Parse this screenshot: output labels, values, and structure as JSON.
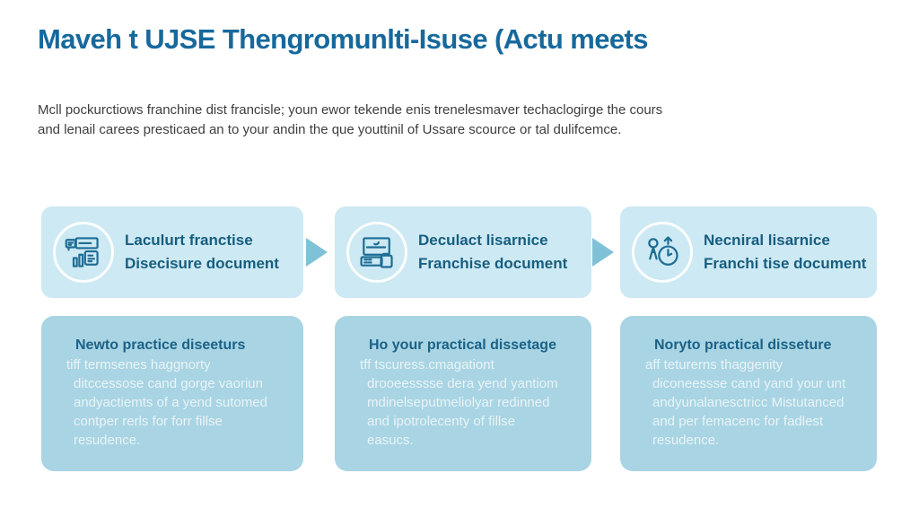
{
  "header": {
    "title": "Maveh t UJSE Thengromunlti-Isuse (Actu meets",
    "subtitle_line1": "Mcll pockurctiows franchine dist francisle; youn ewor tekende enis trenelesmaver techaclogirge the cours",
    "subtitle_line2": "and lenail carees presticaed an to your andin the que youttinil of Ussare scource or tal dulifcemce."
  },
  "steps": [
    {
      "icon": "document-chart-icon",
      "title_line1": "Laculurt franctise",
      "title_line2": "Disecisure document",
      "detail_title": "Newto practice diseeturs",
      "detail_lines": [
        "tiff termsenes haggnorty",
        "ditccessose cand gorge vaoriun",
        "andyactiemts of a yend sutomed",
        "contper rerls for forr fillse",
        "resudence."
      ]
    },
    {
      "icon": "laptop-clipboard-icon",
      "title_line1": "Deculact lisarnice",
      "title_line2": "Franchise document",
      "detail_title": "Ho your practical dissetage",
      "detail_lines": [
        "tff tscuress.cmagationt",
        "drooeesssse dera yend yantiom",
        "mdinelseputmeliolyar redinned",
        "and ipotrolecenty of fillse",
        "easucs."
      ]
    },
    {
      "icon": "person-clock-icon",
      "title_line1": "Necniral lisarnice",
      "title_line2": "Franchi tise document",
      "detail_title": "Noryto practical disseture",
      "detail_lines": [
        "aff teturerns thaggenity",
        "diconeessse cand yand your unt",
        "andyunalanesctricc Mistutanced",
        "and per femacenc for fadlest",
        "resudence."
      ]
    }
  ],
  "colors": {
    "title_text": "#17699c",
    "step_card_bg": "#cde9f3",
    "detail_card_bg": "#a9d4e3",
    "step_title_text": "#175e80",
    "detail_title_text": "#1b6287",
    "detail_body_text": "#e8f4f8",
    "arrow": "#7fc2d8",
    "icon_stroke": "#1d6d94"
  }
}
